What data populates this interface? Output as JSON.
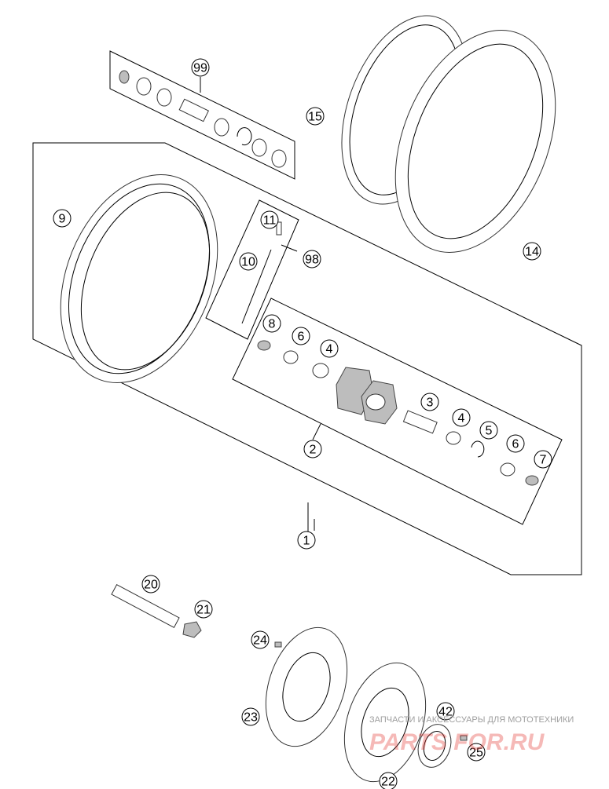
{
  "parts": [
    {
      "id": "callout-1",
      "label": "1"
    },
    {
      "id": "callout-2",
      "label": "2"
    },
    {
      "id": "callout-3",
      "label": "3"
    },
    {
      "id": "callout-4a",
      "label": "4"
    },
    {
      "id": "callout-4b",
      "label": "4"
    },
    {
      "id": "callout-5",
      "label": "5"
    },
    {
      "id": "callout-6a",
      "label": "6"
    },
    {
      "id": "callout-6b",
      "label": "6"
    },
    {
      "id": "callout-7",
      "label": "7"
    },
    {
      "id": "callout-8",
      "label": "8"
    },
    {
      "id": "callout-9",
      "label": "9"
    },
    {
      "id": "callout-10",
      "label": "10"
    },
    {
      "id": "callout-11",
      "label": "11"
    },
    {
      "id": "callout-14",
      "label": "14"
    },
    {
      "id": "callout-15",
      "label": "15"
    },
    {
      "id": "callout-20",
      "label": "20"
    },
    {
      "id": "callout-21",
      "label": "21"
    },
    {
      "id": "callout-22",
      "label": "22"
    },
    {
      "id": "callout-23",
      "label": "23"
    },
    {
      "id": "callout-24",
      "label": "24"
    },
    {
      "id": "callout-25",
      "label": "25"
    },
    {
      "id": "callout-42",
      "label": "42"
    },
    {
      "id": "callout-98",
      "label": "98"
    },
    {
      "id": "callout-99",
      "label": "99"
    }
  ],
  "watermark": {
    "tagline": "ЗАПЧАСТИ И АКСЕССУАРЫ ДЛЯ МОТОТЕХНИКИ",
    "logo": "PARTS FOR.RU"
  },
  "colors": {
    "line": "#000000",
    "part_fill": "#bdbdbd",
    "watermark_red": "#e53935"
  }
}
